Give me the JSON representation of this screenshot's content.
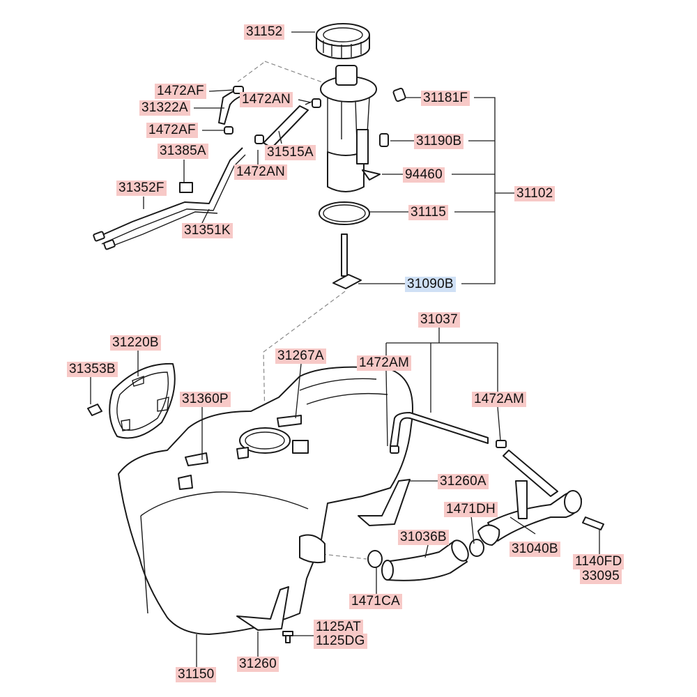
{
  "labels": {
    "p31152": "31152",
    "p1472AF_1": "1472AF",
    "p31322A": "31322A",
    "p1472AN_1": "1472AN",
    "p1472AF_2": "1472AF",
    "p31385A": "31385A",
    "p31515A": "31515A",
    "p1472AN_2": "1472AN",
    "p31352F": "31352F",
    "p31351K": "31351K",
    "p31181F": "31181F",
    "p31190B": "31190B",
    "p94460": "94460",
    "p31102": "31102",
    "p31115": "31115",
    "p31090B": "31090B",
    "p31037": "31037",
    "p31220B": "31220B",
    "p31353B": "31353B",
    "p31267A": "31267A",
    "p1472AM_1": "1472AM",
    "p1472AM_2": "1472AM",
    "p31360P": "31360P",
    "p31260A": "31260A",
    "p1471DH": "1471DH",
    "p31036B": "31036B",
    "p31040B": "31040B",
    "p1140FD": "1140FD",
    "p33095": "33095",
    "p1471CA": "1471CA",
    "p1125AT": "1125AT",
    "p1125DG": "1125DG",
    "p31150": "31150",
    "p31260": "31260"
  }
}
